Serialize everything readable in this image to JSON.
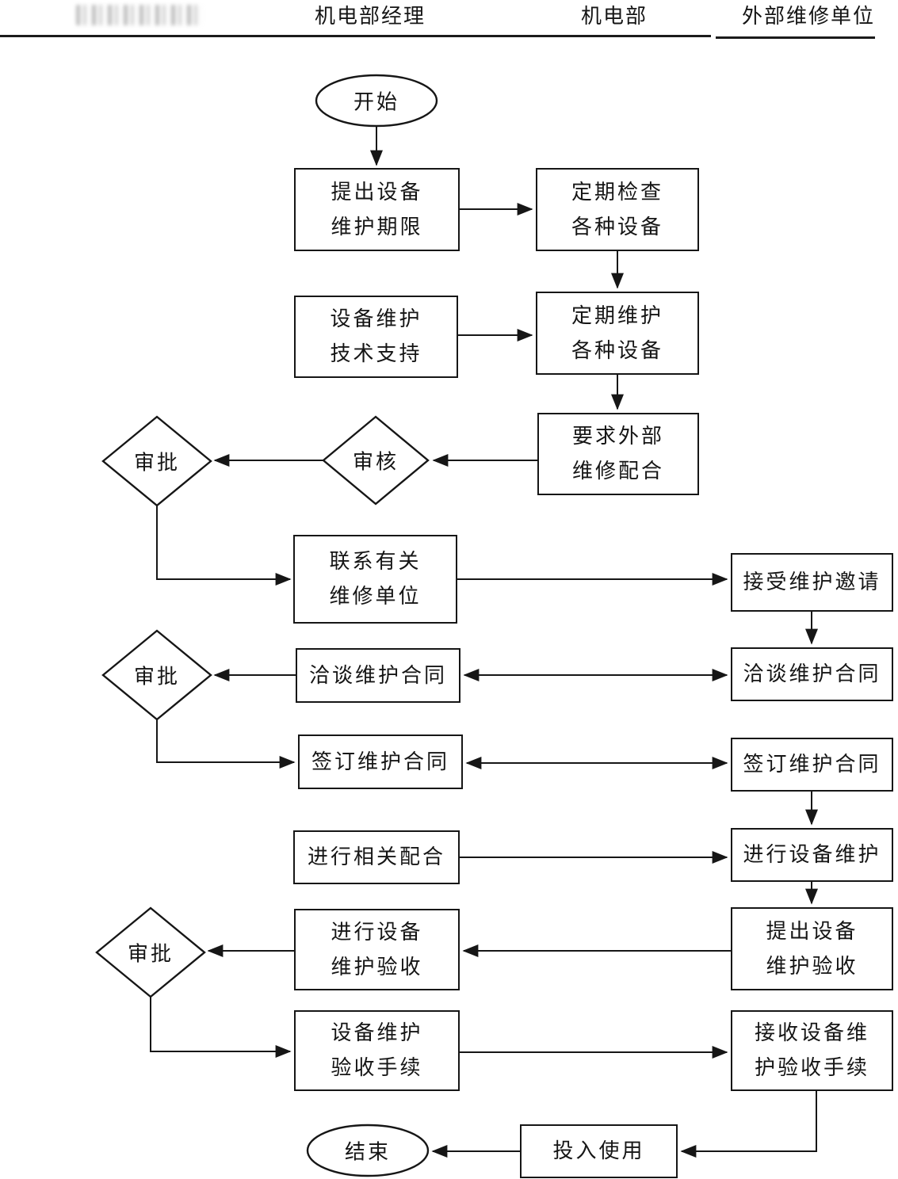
{
  "header": {
    "columns": [
      {
        "label": "",
        "illegible": true
      },
      {
        "label": "机电部经理"
      },
      {
        "label": "机电部"
      },
      {
        "label": "外部维修单位"
      }
    ]
  },
  "nodes": {
    "start": "开始",
    "propose_period": "提出设备\n维护期限",
    "periodic_check": "定期检查\n各种设备",
    "tech_support": "设备维护\n技术支持",
    "periodic_maint": "定期维护\n各种设备",
    "request_external": "要求外部\n维修配合",
    "review": "审核",
    "approve1": "审批",
    "approve2": "审批",
    "approve3": "审批",
    "contact_units": "联系有关\n维修单位",
    "accept_invite": "接受维护邀请",
    "negotiate_mid": "洽谈维护合同",
    "negotiate_right": "洽谈维护合同",
    "sign_mid": "签订维护合同",
    "sign_right": "签订维护合同",
    "cooperate": "进行相关配合",
    "do_maint": "进行设备维护",
    "accept_check_mid": "进行设备\n维护验收",
    "propose_check": "提出设备\n维护验收",
    "formalities_mid": "设备维护\n验收手续",
    "receive_formalities": "接收设备维\n护验收手续",
    "put_into_use": "投入使用",
    "end": "结束"
  }
}
